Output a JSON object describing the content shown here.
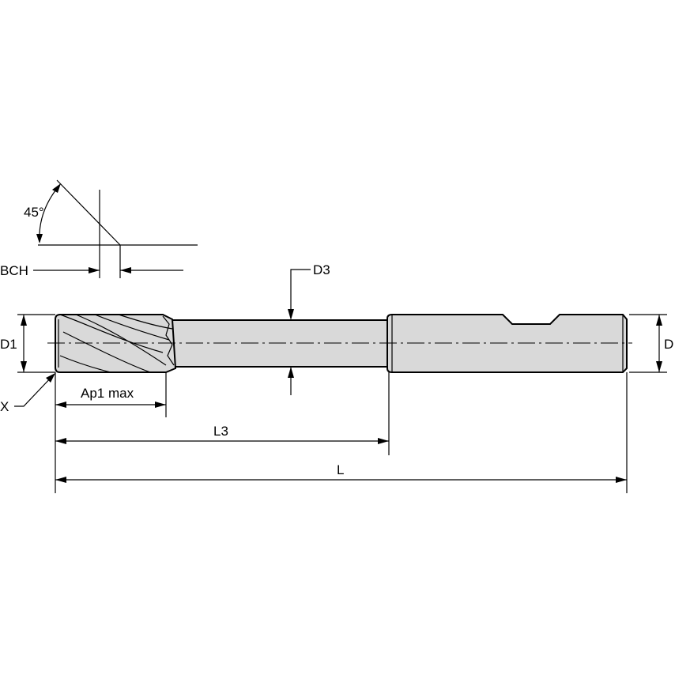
{
  "labels": {
    "angle": "45°",
    "chamfer": "BCH",
    "neck_diameter": "D3",
    "cutting_diameter": "D1",
    "shank_diameter": "D",
    "corner": "X",
    "cut_length": "Ap1 max",
    "reach_length": "L3",
    "overall_length": "L"
  },
  "colors": {
    "tool_fill": "#d9d9d9",
    "line": "#000000",
    "background": "#ffffff"
  }
}
